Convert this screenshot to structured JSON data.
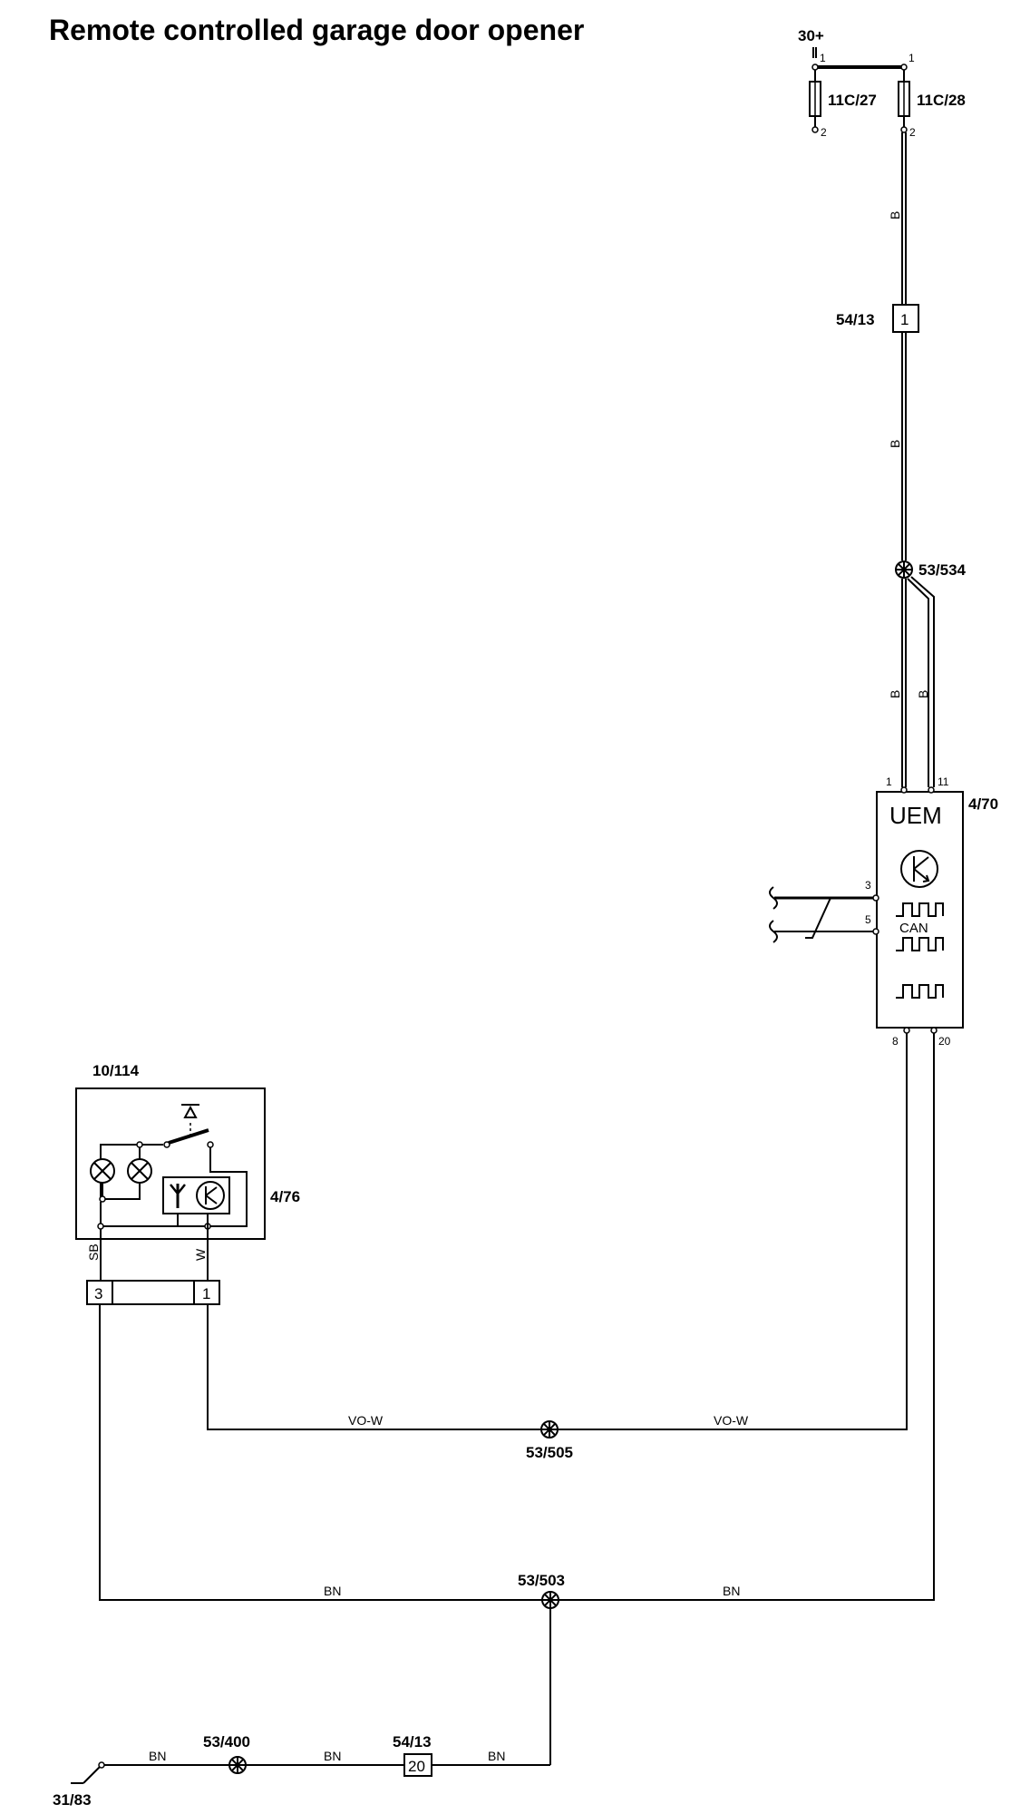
{
  "title": "Remote controlled garage door opener",
  "labels": {
    "supply": "30+",
    "fuse_a": "11C/27",
    "fuse_b": "11C/28",
    "connector_top": "54/13",
    "connector_top_pin": "1",
    "splice_top": "53/534",
    "uem_ref": "4/70",
    "uem_name": "UEM",
    "can": "CAN",
    "remote_ref": "10/114",
    "remote_conn": "4/76",
    "splice_505": "53/505",
    "splice_503": "53/503",
    "splice_400": "53/400",
    "connector_bottom": "54/13",
    "connector_bottom_pin": "20",
    "ground": "31/83",
    "plug_pin_3": "3",
    "plug_pin_1": "1"
  },
  "pins": {
    "fuse_a_top": "1",
    "fuse_a_bottom": "2",
    "fuse_b_top": "1",
    "fuse_b_bottom": "2",
    "uem_1": "1",
    "uem_11": "11",
    "uem_3": "3",
    "uem_5": "5",
    "uem_8": "8",
    "uem_20": "20"
  },
  "wires": {
    "b1": "B",
    "b2": "B",
    "b3": "B",
    "b4": "B",
    "sb": "SB",
    "w": "W",
    "vow_left": "VO-W",
    "vow_right": "VO-W",
    "bn_left": "BN",
    "bn_right": "BN",
    "bn_g1": "BN",
    "bn_g2": "BN",
    "bn_g3": "BN"
  }
}
